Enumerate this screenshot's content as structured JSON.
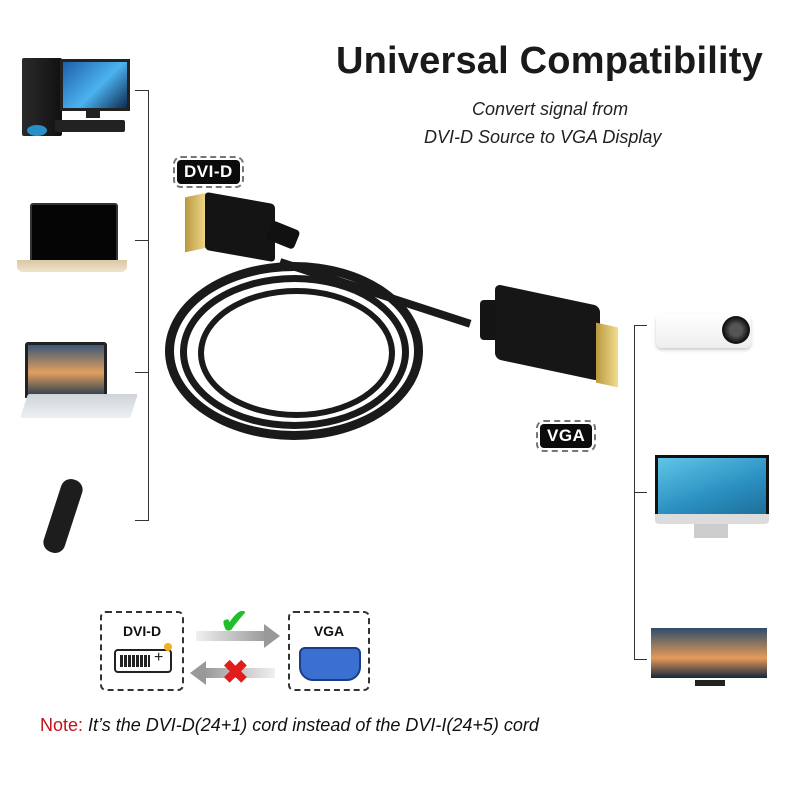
{
  "header": {
    "title": "Universal Compatibility",
    "subtitle_line1": "Convert signal from",
    "subtitle_line2": "DVI-D Source to VGA Display"
  },
  "cable": {
    "source_tag": "DVI-D",
    "display_tag": "VGA"
  },
  "source_devices": [
    {
      "name": "desktop-pc",
      "icon": "desktop-computer-icon"
    },
    {
      "name": "laptop-gold",
      "icon": "laptop-icon"
    },
    {
      "name": "laptop-silver",
      "icon": "laptop-icon"
    },
    {
      "name": "remote-control",
      "icon": "remote-icon"
    }
  ],
  "display_devices": [
    {
      "name": "projector",
      "icon": "projector-icon"
    },
    {
      "name": "monitor",
      "icon": "monitor-icon"
    },
    {
      "name": "tv",
      "icon": "tv-icon"
    }
  ],
  "compatibility_diagram": {
    "left_box_label": "DVI-D",
    "right_box_label": "VGA",
    "forward_symbol": "✔",
    "reverse_symbol": "✖",
    "colors": {
      "check": "#1fbf2a",
      "cross": "#e21b1b",
      "vga_port": "#3b6fd0"
    }
  },
  "note": {
    "label": "Note:",
    "text": "It’s the DVI-D(24+1) cord instead of the DVI-I(24+5) cord",
    "label_color": "#c0131b"
  }
}
